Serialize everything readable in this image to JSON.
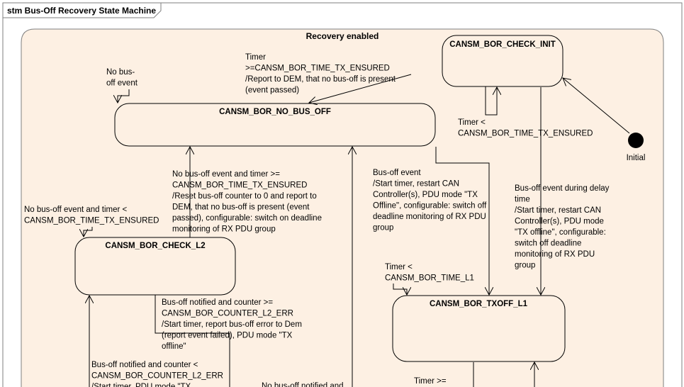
{
  "frame": {
    "title": "stm Bus-Off Recovery State Machine"
  },
  "region": {
    "title": "Recovery enabled"
  },
  "states": {
    "check_init": "CANSM_BOR_CHECK_INIT",
    "no_bus_off": "CANSM_BOR_NO_BUS_OFF",
    "check_l2": "CANSM_BOR_CHECK_L2",
    "txoff_l1": "CANSM_BOR_TXOFF_L1"
  },
  "initial": {
    "label": "Initial"
  },
  "transitions": {
    "t_init_to_nbo": [
      "Timer",
      ">=CANSM_BOR_TIME_TX_ENSURED",
      "/Report to DEM, that no bus-off is present",
      "(event passed)"
    ],
    "t_nbo_self": [
      "No bus-",
      "off event"
    ],
    "t_init_self": [
      "Timer <",
      "CANSM_BOR_TIME_TX_ENSURED"
    ],
    "t_l2_to_nbo": [
      "No bus-off event and timer >=",
      "CANSM_BOR_TIME_TX_ENSURED",
      "/Reset bus-off counter to 0 and report to",
      "DEM, that no bus-off is present (event",
      "passed), configurable: switch on deadline",
      "monitoring of RX PDU group"
    ],
    "t_l2_self": [
      "No bus-off event and timer <",
      "CANSM_BOR_TIME_TX_ENSURED"
    ],
    "t_nbo_to_tx": [
      "Bus-off event",
      "/Start timer,  restart CAN",
      "Controller(s), PDU mode \"TX",
      "Offline\", configurable: switch off",
      "deadline monitoring of RX PDU",
      "group"
    ],
    "t_init_to_tx": [
      "Bus-off event during delay",
      "time",
      "/Start timer, restart CAN",
      "Controller(s), PDU mode",
      "\"TX offline\", configurable:",
      "switch off deadline",
      "monitoring of RX PDU",
      "group"
    ],
    "t_tx_self": [
      "Timer <",
      "CANSM_BOR_TIME_L1"
    ],
    "t_l2_down": [
      "Bus-off notified and counter >=",
      "CANSM_BOR_COUNTER_L2_ERR",
      "/Start timer, report bus-off error to Dem",
      "(report event failed), PDU mode \"TX",
      "offline\""
    ],
    "t_l2_bottom": [
      "Bus-off notified and counter <",
      "CANSM_BOR_COUNTER_L2_ERR",
      "/Start timer, PDU mode \"TX"
    ],
    "t_nbo_bottom": [
      "No bus-off notified and"
    ],
    "t_tx_bottom": [
      "Timer >="
    ]
  }
}
